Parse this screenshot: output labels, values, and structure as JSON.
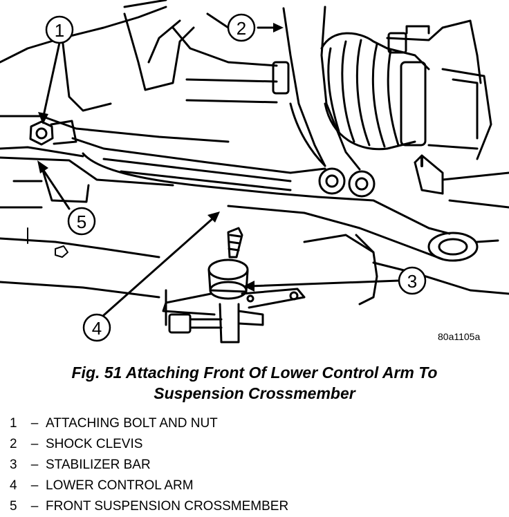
{
  "figure": {
    "code": "80a1105a",
    "caption_line1": "Fig. 51 Attaching Front Of Lower Control Arm To",
    "caption_line2": "Suspension Crossmember"
  },
  "callouts": [
    "1",
    "2",
    "3",
    "4",
    "5"
  ],
  "legend": [
    {
      "num": "1",
      "dash": "–",
      "label": "ATTACHING BOLT AND NUT"
    },
    {
      "num": "2",
      "dash": "–",
      "label": "SHOCK CLEVIS"
    },
    {
      "num": "3",
      "dash": "–",
      "label": "STABILIZER BAR"
    },
    {
      "num": "4",
      "dash": "–",
      "label": "LOWER CONTROL ARM"
    },
    {
      "num": "5",
      "dash": "–",
      "label": "FRONT SUSPENSION CROSSMEMBER"
    }
  ]
}
